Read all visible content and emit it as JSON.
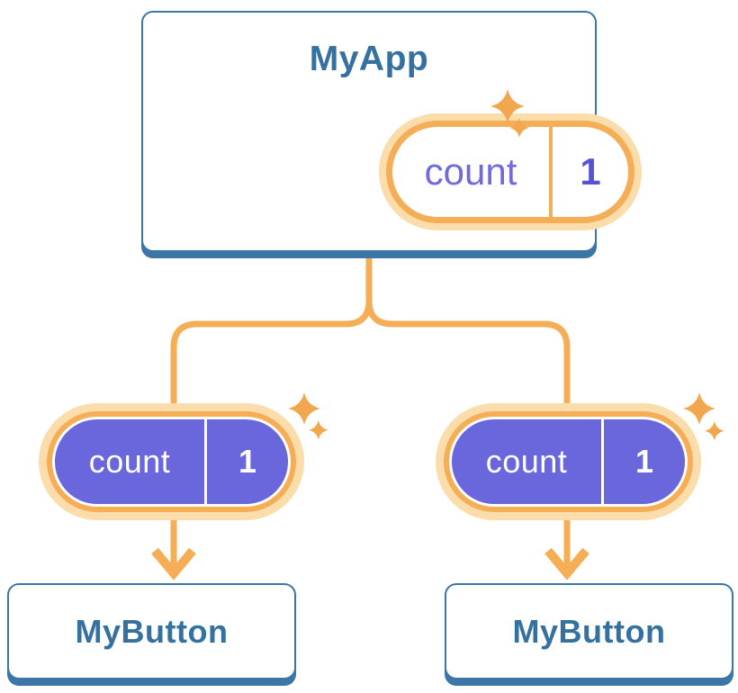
{
  "diagram": {
    "root": {
      "title": "MyApp",
      "state": {
        "label": "count",
        "value": "1"
      }
    },
    "children": [
      {
        "title": "MyButton",
        "state": {
          "label": "count",
          "value": "1"
        }
      },
      {
        "title": "MyButton",
        "state": {
          "label": "count",
          "value": "1"
        }
      }
    ]
  },
  "colors": {
    "card_border_blue": "#3B76A6",
    "title_blue": "#35719F",
    "wire_orange": "#F6AE56",
    "pill_halo": "#FBDDAC",
    "pill_purple": "#6A66DB",
    "pill_label_purple": "#6E6BDF",
    "pill_value_purple": "#5752D6",
    "sparkle_orange": "#F2A64E"
  }
}
